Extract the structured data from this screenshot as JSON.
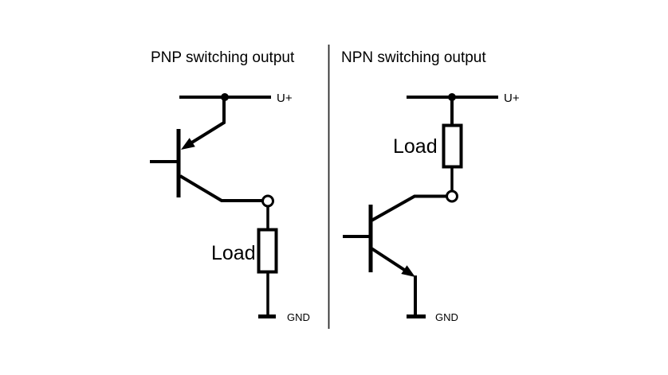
{
  "diagram": {
    "background_color": "#ffffff",
    "line_color": "#000000",
    "divider_color": "#2a2a2a",
    "pnp": {
      "title": "PNP switching output",
      "rail_label": "U+",
      "load_label": "Load",
      "ground_label": "GND"
    },
    "npn": {
      "title": "NPN switching output",
      "rail_label": "U+",
      "load_label": "Load",
      "ground_label": "GND"
    }
  }
}
